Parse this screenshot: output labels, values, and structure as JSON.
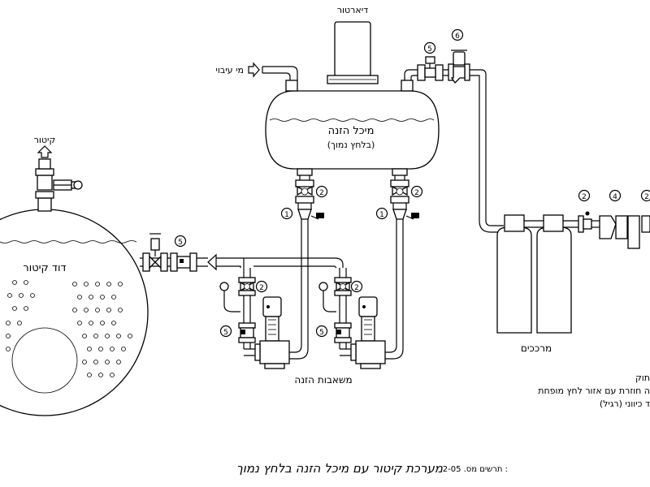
{
  "labels": {
    "deaerator": "דיארטור",
    "soft_water": "מי עיבוי",
    "steam": "קיטור",
    "feed_tank_title": "מיכל הזנה",
    "feed_tank_sub": "(בלחץ נמוך)",
    "boiler": "דוד קיטור",
    "feed_pumps": "משאבות הזנה",
    "softeners": "מרככים",
    "legend_line1": "תוק",
    "legend_line2": "ה חוזרת עם אזור לחץ מופחת",
    "legend_line3": "ד כיווני (רגיל)",
    "caption": "מערכת קיטור עם מיכל הזנה בלחץ נמוך",
    "caption_ref": "תרשים מס. 2-05 :"
  },
  "callouts": {
    "c1": "1",
    "c2": "2",
    "c4": "4",
    "c5": "5",
    "c6": "6"
  },
  "icons": {
    "arrow": "hollow-arrow-icon",
    "valve": "gate-valve-icon",
    "gauge": "pressure-gauge-icon"
  }
}
